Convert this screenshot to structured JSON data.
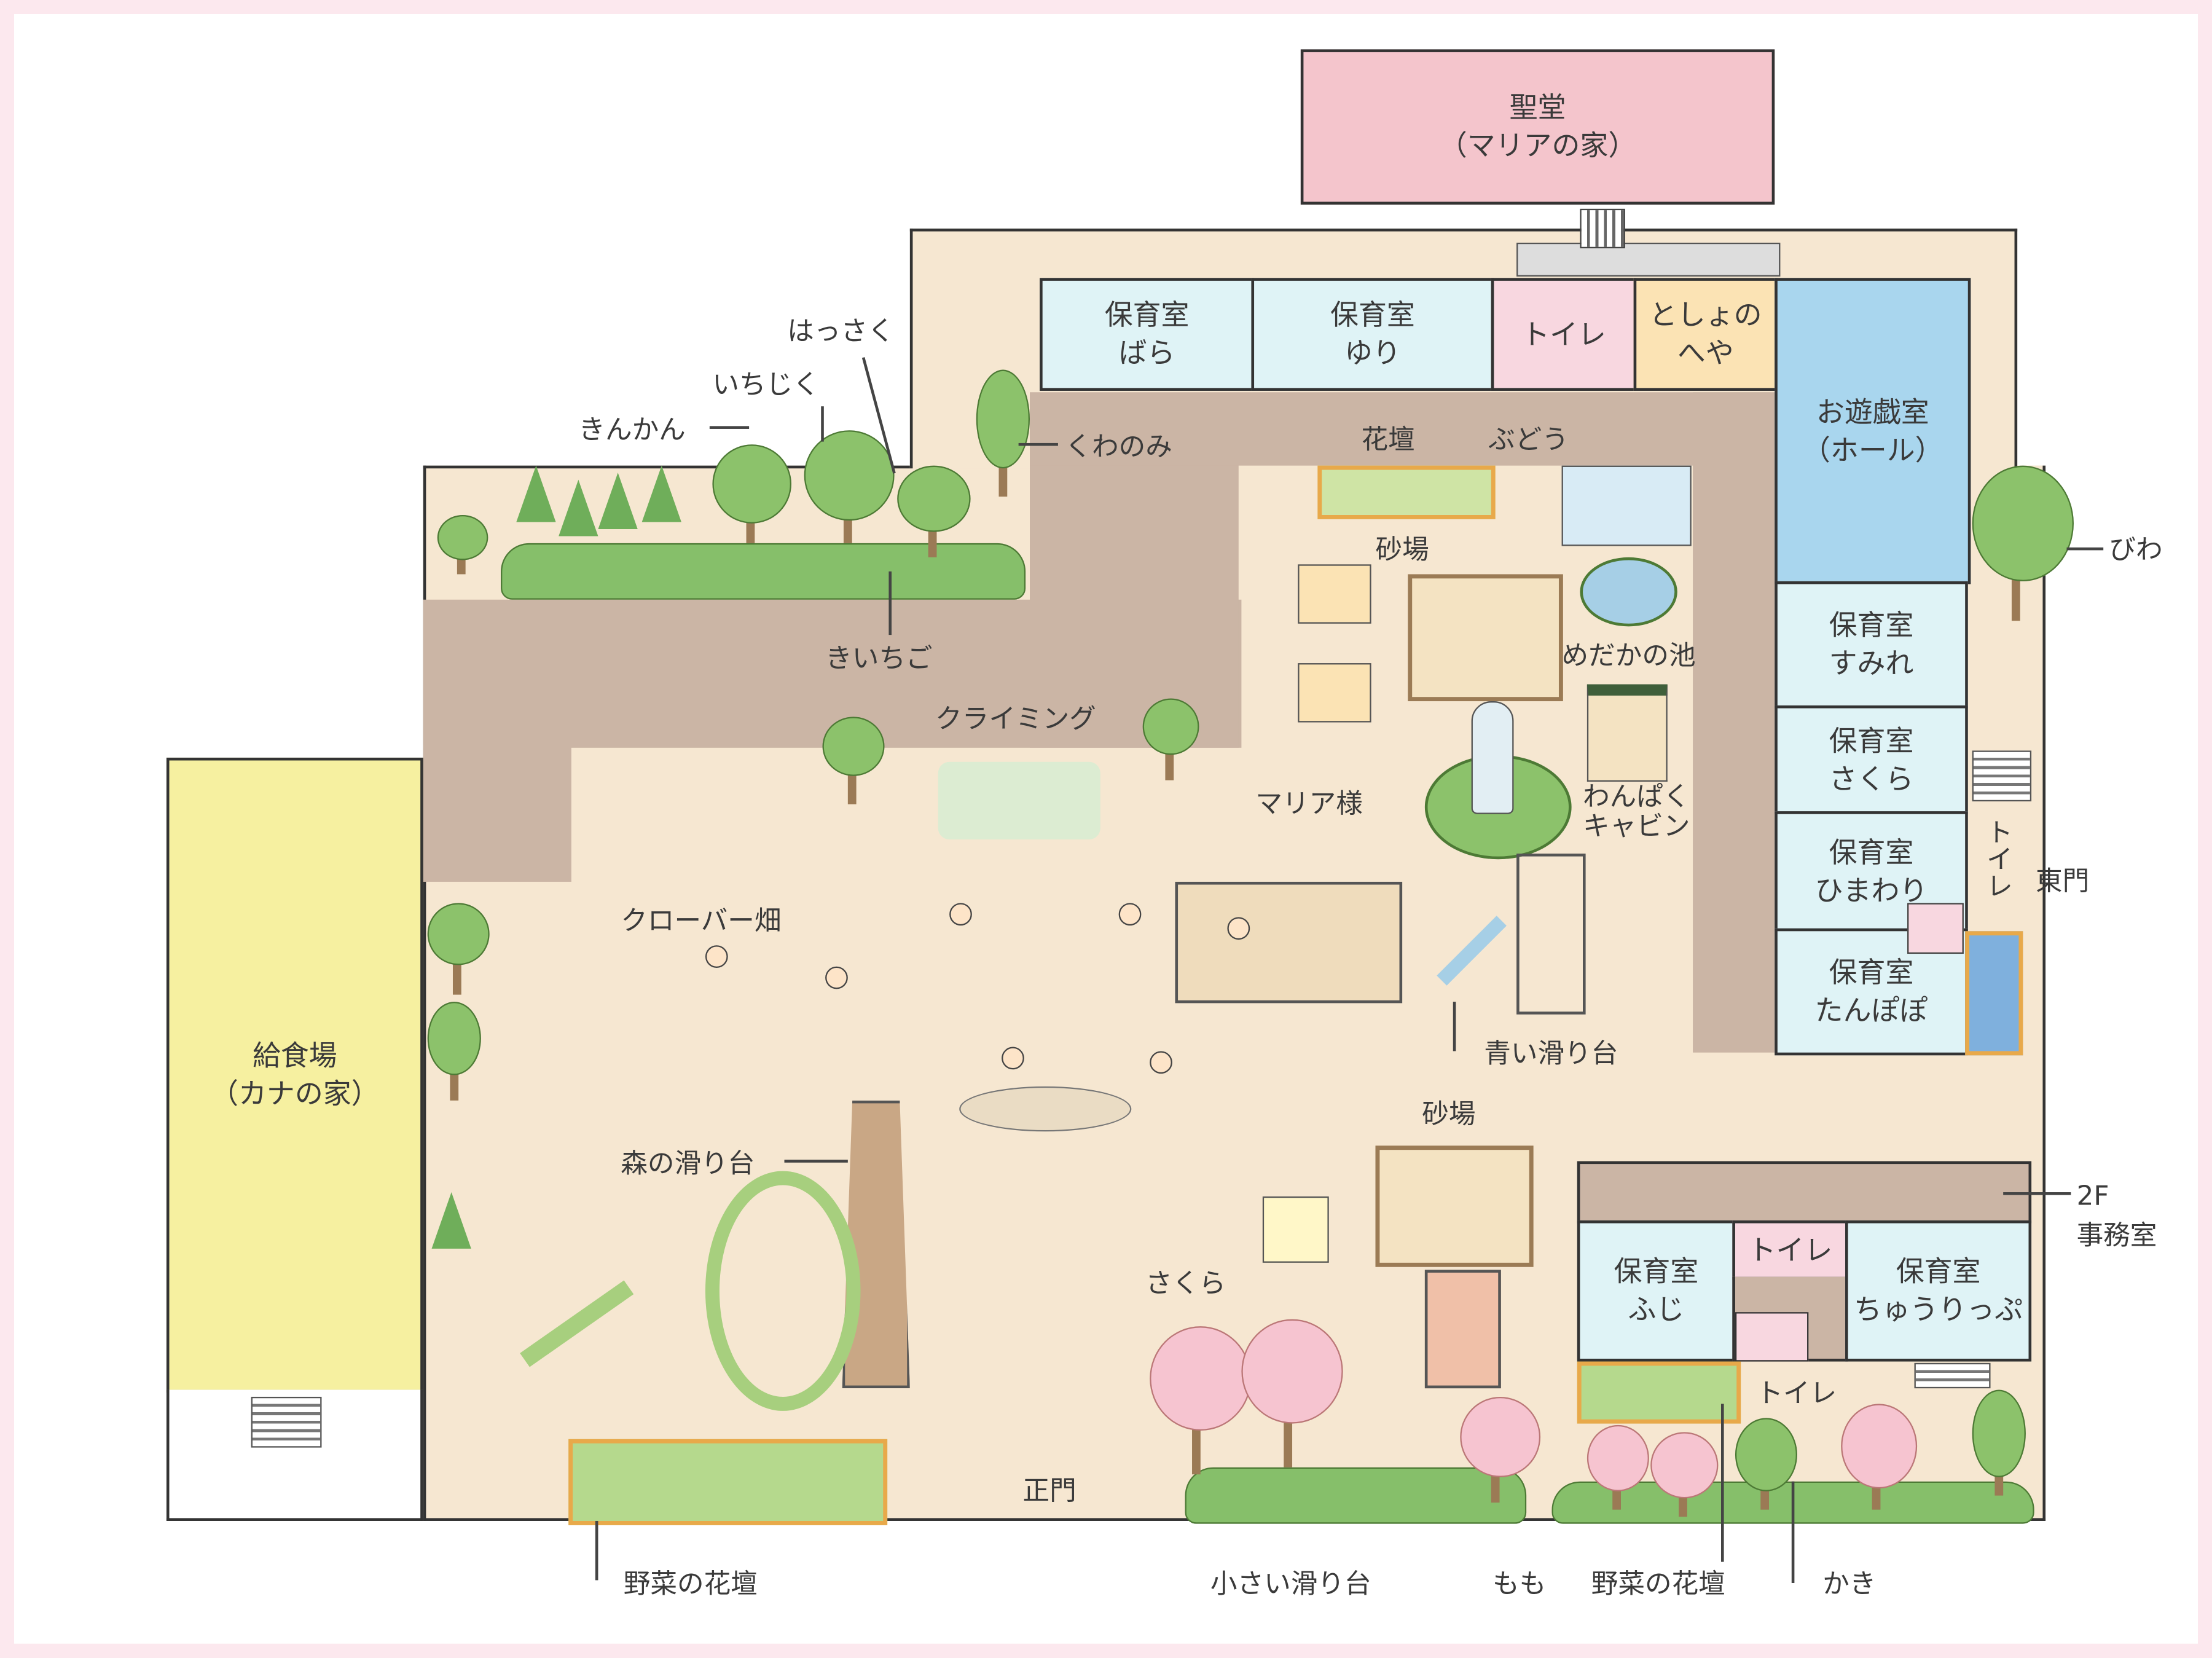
{
  "buildings": {
    "chapel": {
      "name": "聖堂",
      "sub": "（マリアの家）"
    },
    "kitchen": {
      "name": "給食場",
      "sub": "（カナの家）"
    },
    "bara": {
      "l1": "保育室",
      "l2": "ばら"
    },
    "yuri": {
      "l1": "保育室",
      "l2": "ゆり"
    },
    "toilet_top": "トイレ",
    "library": {
      "l1": "としょの",
      "l2": "へや"
    },
    "hall": {
      "l1": "お遊戯室",
      "l2": "（ホール）"
    },
    "sumire": {
      "l1": "保育室",
      "l2": "すみれ"
    },
    "sakura": {
      "l1": "保育室",
      "l2": "さくら"
    },
    "himawari": {
      "l1": "保育室",
      "l2": "ひまわり"
    },
    "tanpopo": {
      "l1": "保育室",
      "l2": "たんぽぽ"
    },
    "fuji": {
      "l1": "保育室",
      "l2": "ふじ"
    },
    "toilet_south": "トイレ",
    "tulip": {
      "l1": "保育室",
      "l2": "ちゅうりっぷ"
    }
  },
  "labels": {
    "hassaku": "はっさく",
    "ichijiku": "いちじく",
    "kinkan": "きんかん",
    "kuwanomi": "くわのみ",
    "kiichigo": "きいちご",
    "kadan": "花壇",
    "budou": "ぶどう",
    "sunaba1": "砂場",
    "medaka": "めだかの池",
    "biwa": "びわ",
    "climbing": "クライミング",
    "maria": "マリア様",
    "wanpaku": "わんぱく\nキャビン",
    "toilet_east": "トイレ",
    "east_gate": "東門",
    "clover": "クローバー畑",
    "blue_slide": "青い滑り台",
    "forest_slide": "森の滑り台",
    "sunaba2": "砂場",
    "office": "2F\n事務室",
    "sakura_tree": "さくら",
    "toilet_se": "トイレ",
    "main_gate": "正門",
    "veg_bed1": "野菜の花壇",
    "small_slide": "小さい滑り台",
    "momo": "もも",
    "veg_bed2": "野菜の花壇",
    "kaki": "かき"
  },
  "colors": {
    "ground": "#f6e7d1",
    "path": "#cbb5a5",
    "room": "#dff3f6",
    "toilet": "#f8d7e0",
    "hall": "#a9d6ee",
    "library": "#fbe3b4",
    "kitchen": "#f6f0a0",
    "chapel": "#f4c5cc"
  }
}
